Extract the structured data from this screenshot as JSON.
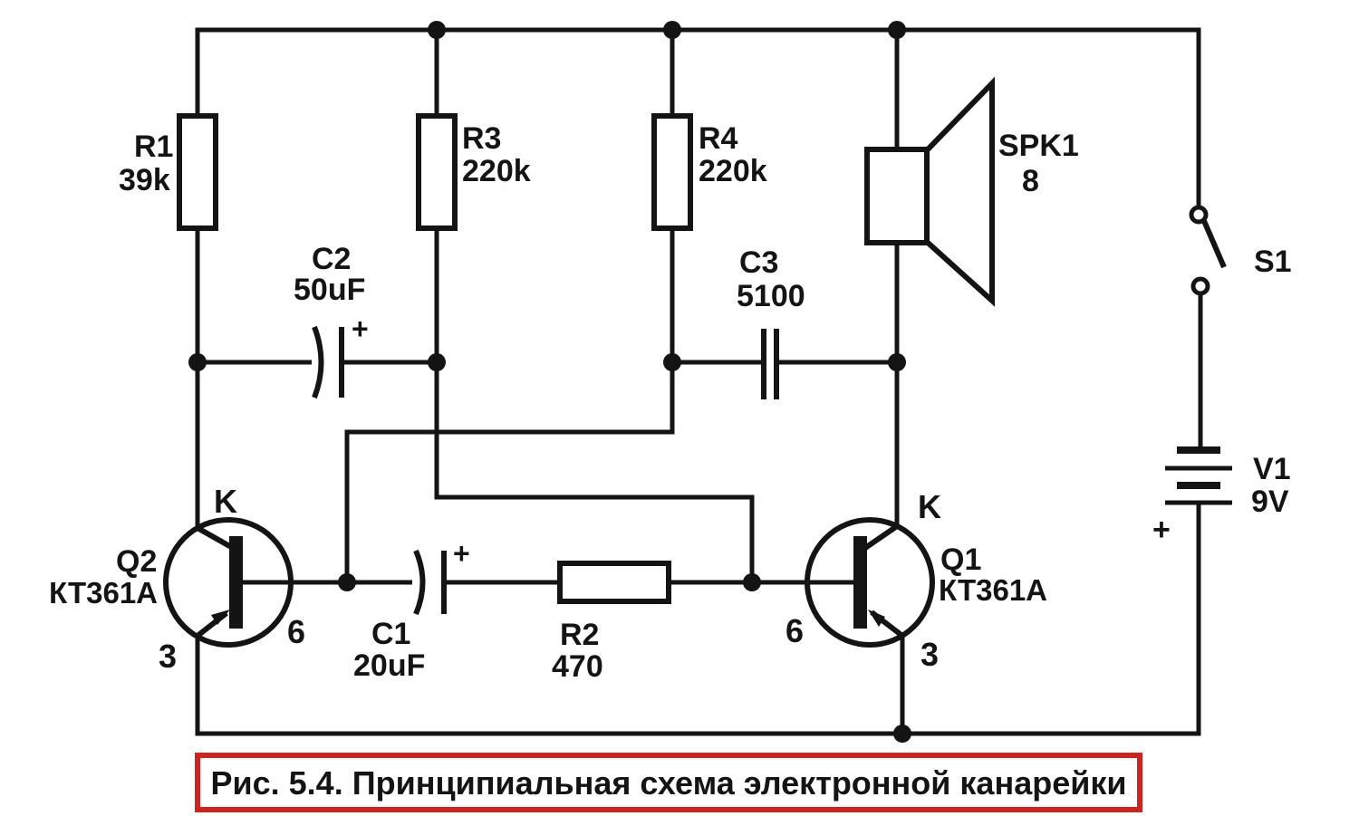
{
  "figure": {
    "background": "#ffffff",
    "ink": "#141414",
    "caption_border": "#cc2420"
  },
  "caption": {
    "text": "Рис. 5.4. Принципиальная схема электронной канарейки"
  },
  "components": {
    "r1": {
      "ref": "R1",
      "value": "39k"
    },
    "r2": {
      "ref": "R2",
      "value": "470"
    },
    "r3": {
      "ref": "R3",
      "value": "220k"
    },
    "r4": {
      "ref": "R4",
      "value": "220k"
    },
    "c1": {
      "ref": "C1",
      "value": "20uF",
      "plus": "+"
    },
    "c2": {
      "ref": "C2",
      "value": "50uF",
      "plus": "+"
    },
    "c3": {
      "ref": "C3",
      "value": "5100"
    },
    "q1": {
      "ref": "Q1",
      "value": "КТ361А",
      "pins": {
        "collector": "K",
        "base": "6",
        "emitter": "3"
      }
    },
    "q2": {
      "ref": "Q2",
      "value": "КТ361А",
      "pins": {
        "collector": "K",
        "base": "6",
        "emitter": "3"
      }
    },
    "spk1": {
      "ref": "SPK1",
      "value": "8"
    },
    "s1": {
      "ref": "S1"
    },
    "v1": {
      "ref": "V1",
      "value": "9V",
      "plus": "+"
    }
  }
}
